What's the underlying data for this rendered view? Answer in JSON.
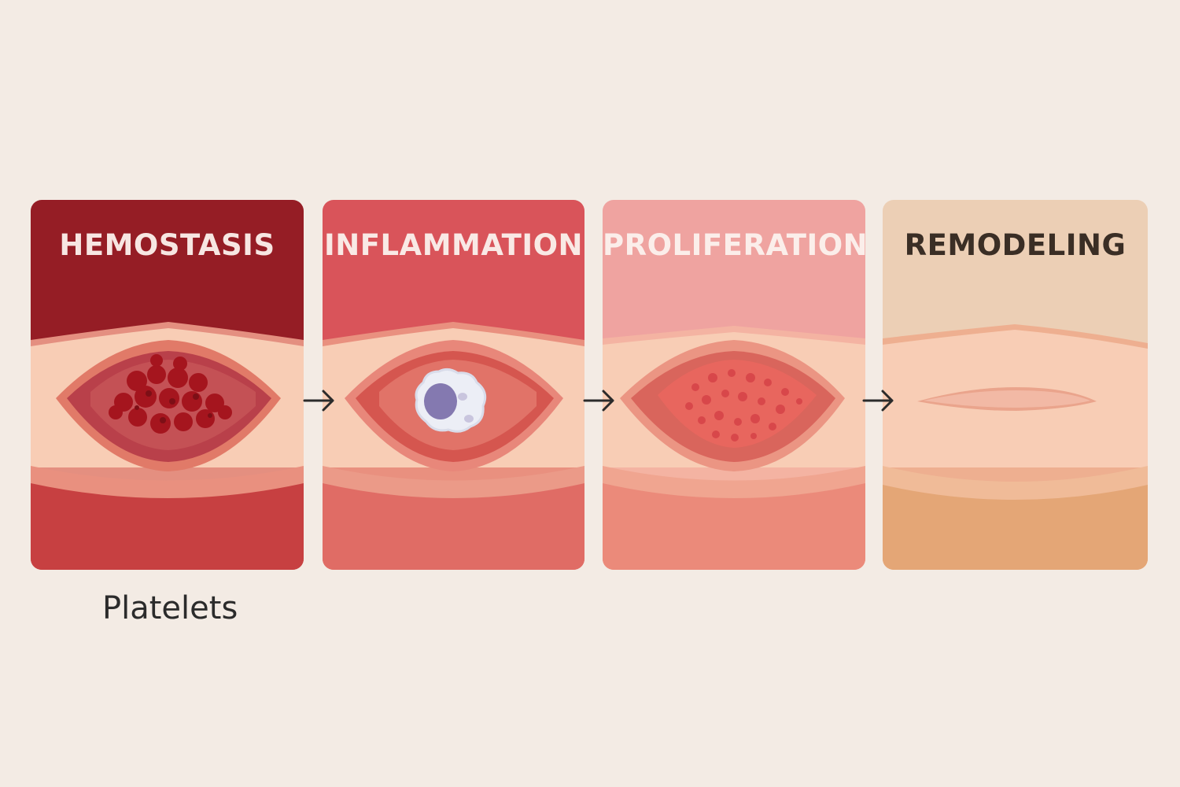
{
  "stages": [
    {
      "title": "HEMOSTASIS",
      "title_color": "#f7e6e2",
      "icon": "platelet-clot-icon"
    },
    {
      "title": "INFLAMMATION",
      "title_color": "#f9e9e5",
      "icon": "white-blood-cell-icon"
    },
    {
      "title": "PROLIFERATION",
      "title_color": "#fbeeea",
      "icon": "granulation-tissue-icon"
    },
    {
      "title": "REMODELING",
      "title_color": "#3a2e25",
      "icon": "scar-tissue-icon"
    }
  ],
  "caption": "Platelets",
  "colors": {
    "background": "#f3ebe4",
    "hemostasis": "#951d25",
    "inflammation": "#d9545a",
    "proliferation": "#efa3a0",
    "remodeling": "#eccfb5",
    "skin": "#f8cdb5",
    "arrow": "#2b2b2b"
  }
}
